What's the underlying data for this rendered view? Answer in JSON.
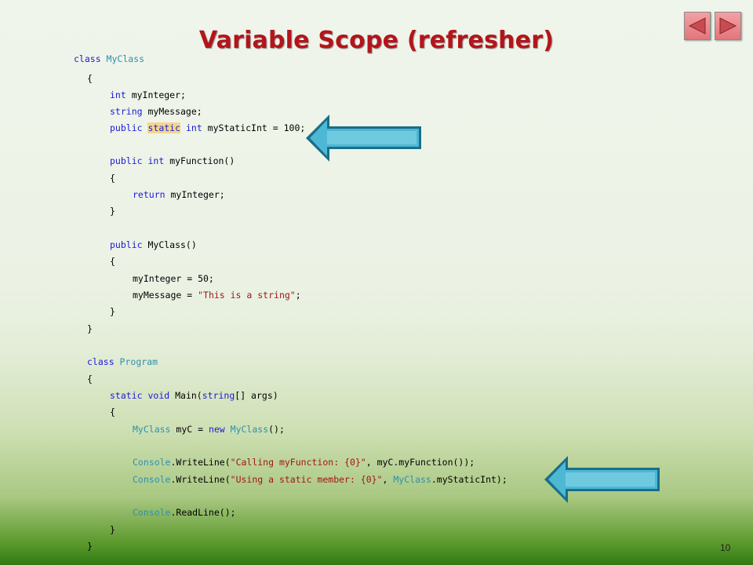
{
  "slide": {
    "title": "Variable Scope (refresher)",
    "page_number": "10"
  },
  "nav": {
    "prev_icon": "triangle-left-icon",
    "next_icon": "triangle-right-icon",
    "button_color": "#e8858a"
  },
  "code": {
    "l1": [
      "class",
      " MyClass"
    ],
    "l2": [
      "{"
    ],
    "l3": [
      "int",
      " myInteger;"
    ],
    "l4": [
      "string",
      " myMessage;"
    ],
    "l5": [
      "public",
      " ",
      "static",
      " ",
      "int",
      " myStaticInt = 100;"
    ],
    "l6": [
      "public",
      " ",
      "int",
      " myFunction()"
    ],
    "l7": [
      "{"
    ],
    "l8": [
      "return",
      " myInteger;"
    ],
    "l9": [
      "}"
    ],
    "l10": [
      "public",
      " MyClass()"
    ],
    "l11": [
      "{"
    ],
    "l12": [
      "myInteger = 50;"
    ],
    "l13": [
      "myMessage = ",
      "\"This is a string\"",
      ";"
    ],
    "l14": [
      "}"
    ],
    "l15": [
      "}"
    ],
    "l16": [
      "class",
      " Program"
    ],
    "l17": [
      "{"
    ],
    "l18": [
      "static",
      " ",
      "void",
      " Main(",
      "string",
      "[] args)"
    ],
    "l19": [
      "{"
    ],
    "l20": [
      "MyClass",
      " myC = ",
      "new",
      " ",
      "MyClass",
      "();"
    ],
    "l21": [
      "Console",
      ".WriteLine(",
      "\"Calling myFunction: {0}\"",
      ", myC.myFunction());"
    ],
    "l22": [
      "Console",
      ".WriteLine(",
      "\"Using a static member: {0}\"",
      ", ",
      "MyClass",
      ".myStaticInt);"
    ],
    "l23": [
      "Console",
      ".ReadLine();"
    ],
    "l24": [
      "}"
    ],
    "l25": [
      "}"
    ]
  },
  "colors": {
    "keyword": "#1a1ad6",
    "type": "#2b91af",
    "string": "#a31515",
    "highlight": "#f4d78a",
    "arrow_fill": "#4cb8d4",
    "title": "#b4141a"
  },
  "arrows": [
    "arrow-left-icon",
    "arrow-left-icon"
  ]
}
